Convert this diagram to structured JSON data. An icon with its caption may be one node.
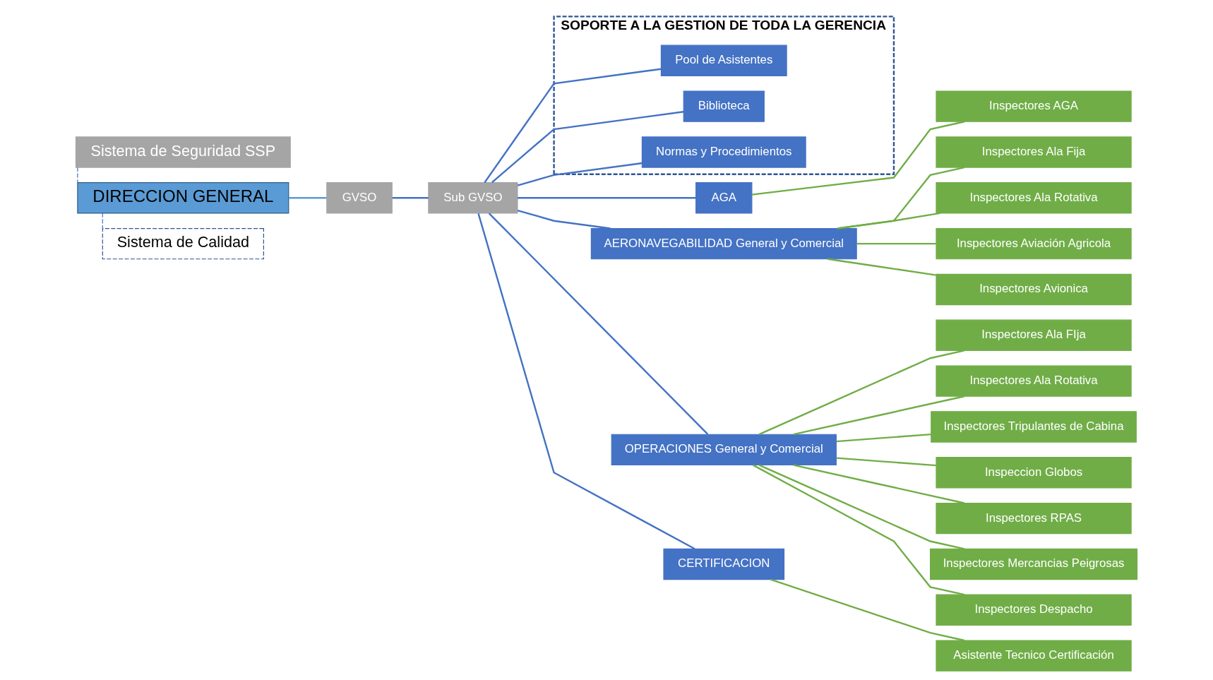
{
  "diagram": {
    "nodes": [
      {
        "text": [
          "Sistema de Seguridad SSP"
        ]
      },
      {
        "text": [
          "DIRECCION GENERAL"
        ]
      },
      {
        "text": [
          "Sistema de Calidad"
        ]
      },
      {
        "text": [
          "GVSO"
        ]
      },
      {
        "text": [
          "Sub GVSO"
        ]
      },
      {
        "text": [
          "SOPORTE A LA GESTION DE TODA LA GERENCIA"
        ]
      },
      {
        "text": [
          "Pool de Asistentes"
        ],
        "in": 5
      },
      {
        "text": [
          "Biblioteca"
        ],
        "in": 5
      },
      {
        "text": [
          "Normas y Procedimientos"
        ],
        "in": 5
      },
      {
        "text": [
          "AGA"
        ]
      },
      {
        "text": [
          "Inspectores AGA"
        ]
      },
      {
        "text": [
          "AERONAVEGABILIDAD General y Comercial"
        ]
      },
      {
        "text": [
          "Inspectores Ala Fija"
        ]
      },
      {
        "text": [
          "Inspectores Ala Rotativa"
        ]
      },
      {
        "text": [
          "Inspectores Aviación Agricola"
        ]
      },
      {
        "text": [
          "Inspectores Avionica"
        ]
      },
      {
        "text": [
          "OPERACIONES General y Comercial"
        ]
      },
      {
        "text": [
          "Inspectores Ala FIja"
        ]
      },
      {
        "text": [
          "Inspectores Ala Rotativa"
        ]
      },
      {
        "text": [
          "Inspectores Tripulantes de Cabina"
        ]
      },
      {
        "text": [
          "Inspeccion Globos"
        ]
      },
      {
        "text": [
          "Inspectores RPAS"
        ]
      },
      {
        "text": [
          "Inspectores Mercancias Peigrosas"
        ]
      },
      {
        "text": [
          "Inspectores Despacho"
        ]
      },
      {
        "text": [
          "CERTIFICACION"
        ]
      },
      {
        "text": [
          "Asistente Tecnico Certificación"
        ]
      }
    ],
    "edges": [
      {
        "from": 0,
        "to": 1,
        "arrow": "none",
        "style": "dashed",
        "color": "#4472c4"
      },
      {
        "from": 1,
        "to": 2,
        "arrow": "none",
        "style": "dashed",
        "color": "#4472c4"
      },
      {
        "from": 1,
        "to": 3,
        "arrow": "none",
        "color": "#5b9bd5"
      },
      {
        "from": 3,
        "to": 4,
        "arrow": "none",
        "color": "#4472c4"
      },
      {
        "from": 4,
        "to": 6,
        "arrow": "none",
        "color": "#4472c4"
      },
      {
        "from": 4,
        "to": 7,
        "arrow": "none",
        "color": "#4472c4"
      },
      {
        "from": 4,
        "to": 8,
        "arrow": "none",
        "color": "#4472c4"
      },
      {
        "from": 4,
        "to": 9,
        "arrow": "none",
        "color": "#4472c4"
      },
      {
        "from": 4,
        "to": 11,
        "arrow": "none",
        "color": "#4472c4"
      },
      {
        "from": 4,
        "to": 16,
        "arrow": "none",
        "color": "#4472c4"
      },
      {
        "from": 4,
        "to": 24,
        "arrow": "none",
        "color": "#4472c4"
      },
      {
        "from": 9,
        "to": 10,
        "arrow": "none"
      },
      {
        "from": 11,
        "to": 12,
        "arrow": "none"
      },
      {
        "from": 11,
        "to": 13,
        "arrow": "none"
      },
      {
        "from": 11,
        "to": 14,
        "arrow": "none"
      },
      {
        "from": 11,
        "to": 15,
        "arrow": "none"
      },
      {
        "from": 16,
        "to": 17,
        "arrow": "none"
      },
      {
        "from": 16,
        "to": 18,
        "arrow": "none"
      },
      {
        "from": 16,
        "to": 19,
        "arrow": "none"
      },
      {
        "from": 16,
        "to": 20,
        "arrow": "none"
      },
      {
        "from": 16,
        "to": 21,
        "arrow": "none"
      },
      {
        "from": 16,
        "to": 22,
        "arrow": "none"
      },
      {
        "from": 16,
        "to": 23,
        "arrow": "none"
      },
      {
        "from": 24,
        "to": 25,
        "arrow": "none"
      }
    ]
  }
}
